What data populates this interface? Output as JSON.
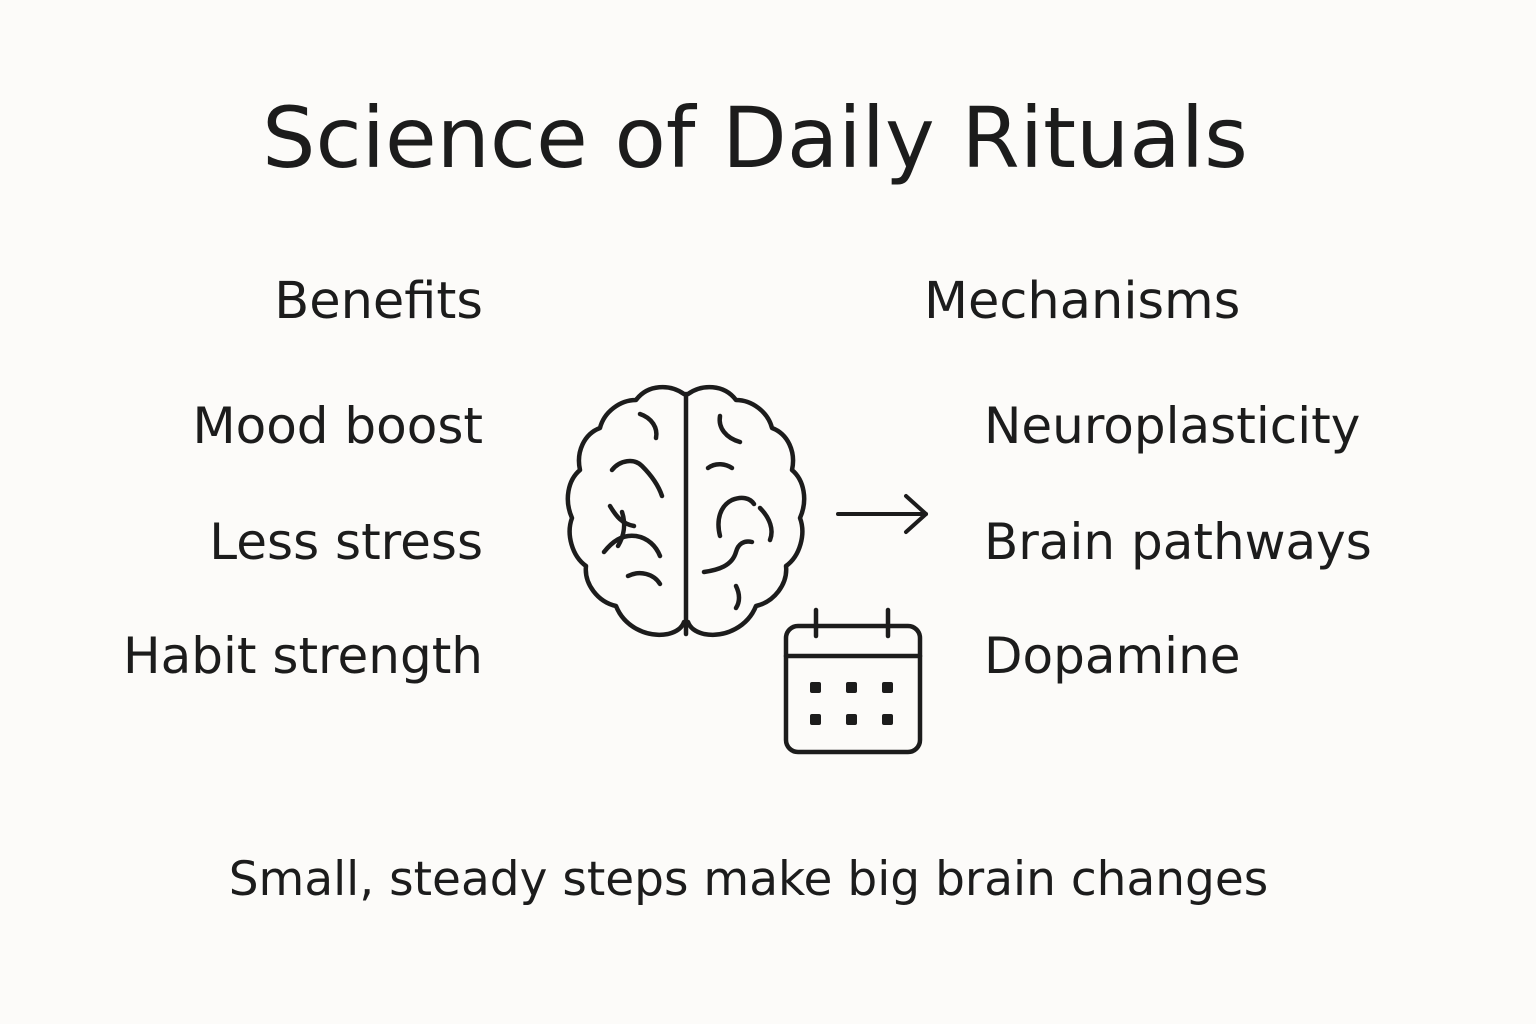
{
  "title": "Science of Daily Rituals",
  "benefits": {
    "heading": "Benefits",
    "items": [
      "Mood boost",
      "Less stress",
      "Habit strength"
    ]
  },
  "mechanisms": {
    "heading": "Mechanisms",
    "items": [
      "Neuroplasticity",
      "Brain pathways",
      "Dopamine"
    ]
  },
  "caption": "Small, steady steps make big brain changes",
  "icons": {
    "center": "brain-icon",
    "connector": "arrow-right-icon",
    "calendar": "calendar-icon"
  },
  "colors": {
    "background": "#fcfbf9",
    "ink": "#1c1c1c"
  }
}
